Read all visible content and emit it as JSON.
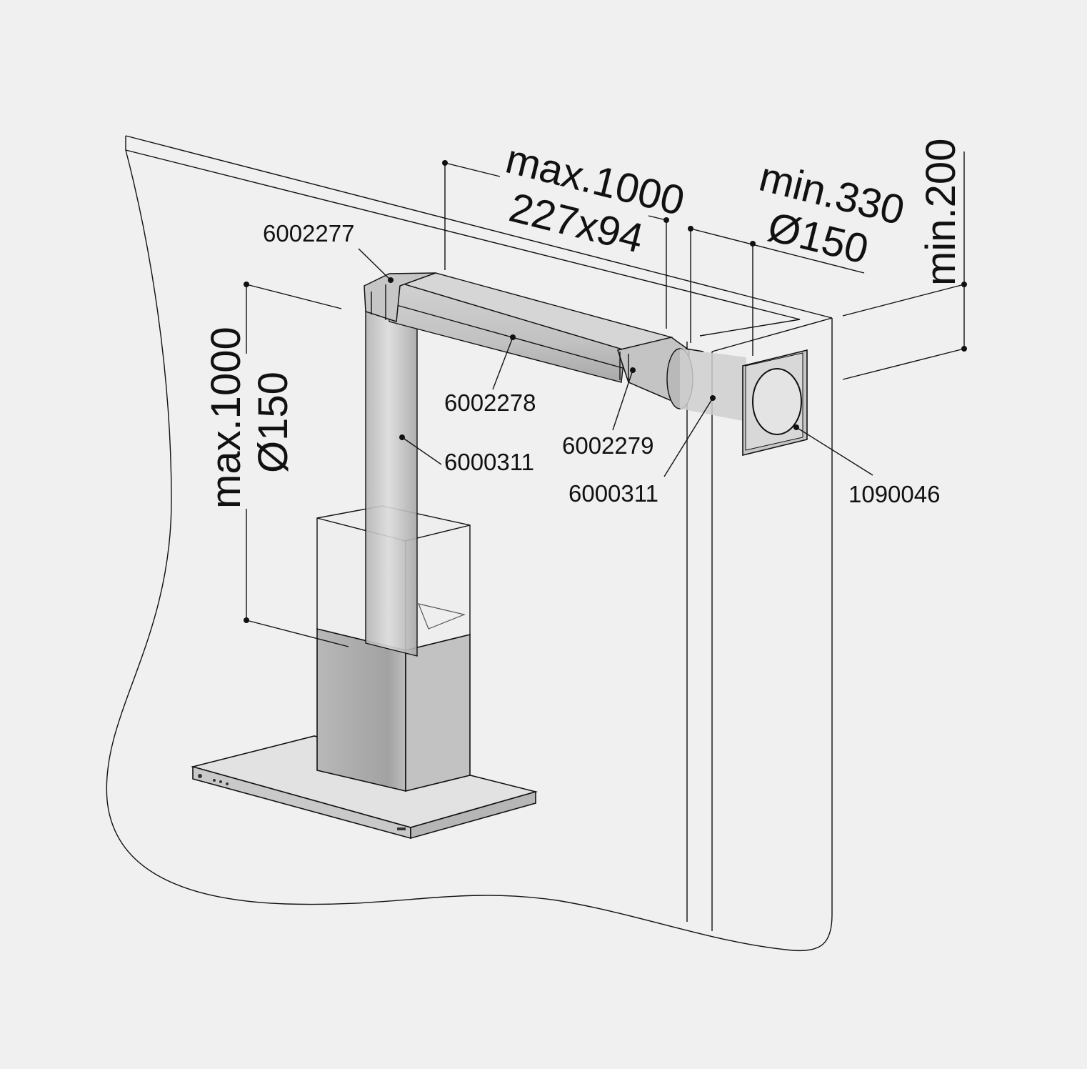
{
  "dimensions": {
    "horizontal_duct_length": "max.1000",
    "horizontal_duct_section": "227x94",
    "wall_distance": "min.330",
    "wall_pipe_diameter": "Ø150",
    "ceiling_distance": "min.200",
    "vertical_pipe_length": "max.1000",
    "vertical_pipe_diameter": "Ø150"
  },
  "parts": {
    "elbow_top": "6002277",
    "flat_duct": "6002278",
    "adapter": "6002279",
    "vertical_pipe": "6000311",
    "wall_pipe": "6000311",
    "wall_grille": "1090046"
  },
  "colors": {
    "background": "#f0f0f0",
    "line": "#111111",
    "duct": "#c8c8c8",
    "chimney_lower": "#a9a9a9"
  }
}
